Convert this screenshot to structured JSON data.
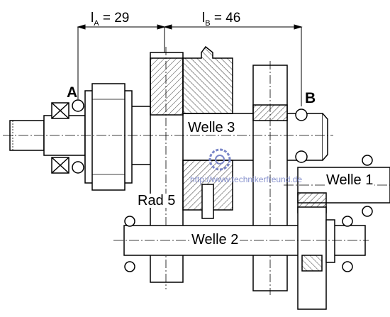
{
  "dimensions": {
    "lA": {
      "sym": "l",
      "sub": "A",
      "eq": " = 29"
    },
    "lB": {
      "sym": "l",
      "sub": "B",
      "eq": " = 46"
    }
  },
  "bearings": {
    "a": "A",
    "b": "B"
  },
  "shafts": {
    "welle1": "Welle 1",
    "welle2": "Welle 2",
    "welle3": "Welle 3"
  },
  "gear": {
    "rad5": "Rad 5"
  },
  "watermark": {
    "url": "http://www.technikerfreund.de"
  },
  "colors": {
    "line": "#000000",
    "hatch": "#000000",
    "watermark": "#7a86c8"
  }
}
